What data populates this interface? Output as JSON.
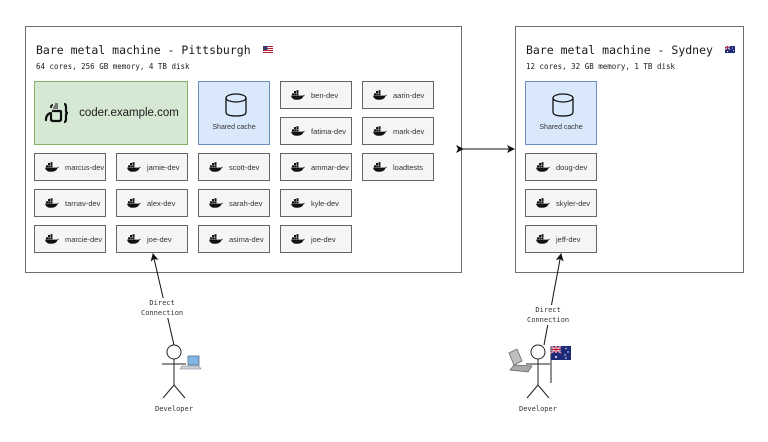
{
  "machines": {
    "pittsburgh": {
      "title": "Bare metal machine - Pittsburgh",
      "flag": "us-flag",
      "specs": "64 cores, 256 GB memory, 4 TB disk",
      "coder": {
        "label": "coder.example.com",
        "icon": "coder-logo-icon"
      },
      "cache": {
        "label": "Shared cache",
        "icon": "database-icon"
      },
      "workspaces": [
        "ben-dev",
        "aarin-dev",
        "fatima-dev",
        "mark-dev",
        "marcus-dev",
        "jamie-dev",
        "scott-dev",
        "ammar-dev",
        "loadtests",
        "tarnav-dev",
        "alex-dev",
        "sarah-dev",
        "kyle-dev",
        "marcie-dev",
        "joe-dev",
        "asima-dev",
        "joe-dev"
      ]
    },
    "sydney": {
      "title": "Bare metal machine - Sydney",
      "flag": "au-flag",
      "specs": "12 cores, 32 GB memory, 1 TB disk",
      "cache": {
        "label": "Shared cache",
        "icon": "database-icon"
      },
      "workspaces": [
        "doug-dev",
        "skyler-dev",
        "jeff-dev"
      ]
    }
  },
  "connections": {
    "inter_machine": "bidirectional-link",
    "left": {
      "label_line1": "Direct",
      "label_line2": "Connection",
      "target": "joe-dev"
    },
    "right": {
      "label_line1": "Direct",
      "label_line2": "Connection",
      "target": "jeff-dev"
    }
  },
  "actors": {
    "left": {
      "label": "Developer",
      "device": "laptop-icon"
    },
    "right": {
      "label": "Developer",
      "device": "laptop-icon",
      "flag": "au-flag"
    }
  },
  "colors": {
    "coder_fill": "#d5e8d4",
    "coder_border": "#82b366",
    "cache_fill": "#dae8fc",
    "cache_border": "#6c8ebf",
    "workspace_fill": "#f5f5f5",
    "workspace_border": "#666666"
  }
}
